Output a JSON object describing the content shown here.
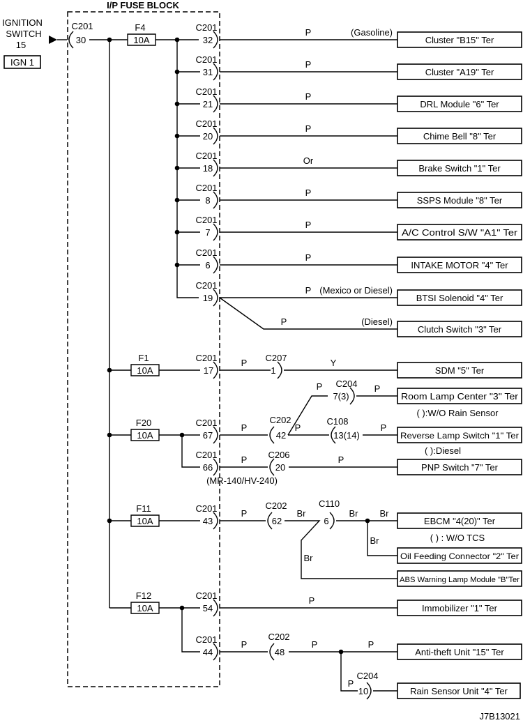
{
  "fuse_block": {
    "title": "I/P FUSE BLOCK"
  },
  "ignition_switch": {
    "line1": "IGNITION",
    "line2": "SWITCH",
    "terminal": "15",
    "circuit": "IGN 1",
    "connector": "C201",
    "pin": "30"
  },
  "fuses": [
    {
      "name": "F4",
      "rating": "10A"
    },
    {
      "name": "F1",
      "rating": "10A"
    },
    {
      "name": "F20",
      "rating": "10A"
    },
    {
      "name": "F11",
      "rating": "10A"
    },
    {
      "name": "F12",
      "rating": "10A"
    }
  ],
  "f4_outputs": [
    {
      "connector": "C201",
      "pin": "32",
      "wire": "P",
      "note": "(Gasoline)",
      "destination": "Cluster \"B15\" Ter"
    },
    {
      "connector": "C201",
      "pin": "31",
      "wire": "P",
      "destination": "Cluster \"A19\" Ter"
    },
    {
      "connector": "C201",
      "pin": "21",
      "wire": "P",
      "destination": "DRL Module \"6\" Ter"
    },
    {
      "connector": "C201",
      "pin": "20",
      "wire": "P",
      "destination": "Chime Bell \"8\" Ter"
    },
    {
      "connector": "C201",
      "pin": "18",
      "wire": "Or",
      "destination": "Brake Switch \"1\" Ter"
    },
    {
      "connector": "C201",
      "pin": "8",
      "wire": "P",
      "destination": "SSPS Module \"8\" Ter"
    },
    {
      "connector": "C201",
      "pin": "7",
      "wire": "P",
      "destination": "A/C Control S/W \"A1\" Ter"
    },
    {
      "connector": "C201",
      "pin": "6",
      "wire": "P",
      "destination": "INTAKE MOTOR \"4\" Ter"
    },
    {
      "connector": "C201",
      "pin": "19",
      "wire": "P",
      "note": "(Mexico or Diesel)",
      "destination": "BTSI Solenoid \"4\" Ter"
    }
  ],
  "clutch_branch": {
    "wire": "P",
    "note": "(Diesel)",
    "destination": "Clutch Switch \"3\" Ter"
  },
  "f1_circuit": {
    "connector": "C201",
    "pin": "17",
    "wire1": "P",
    "inline_connector": "C207",
    "inline_pin": "1",
    "wire2": "Y",
    "destination": "SDM \"5\" Ter"
  },
  "f20_circuit": {
    "connector": "C201",
    "pin": "67",
    "wire1": "P",
    "c202": "C202",
    "c202_pin": "42",
    "room_wire1": "P",
    "c204": "C204",
    "c204_pin": "7(3)",
    "room_wire2": "P",
    "room_destination": "Room Lamp Center \"3\" Ter",
    "room_note": "( ):W/O Rain Sensor",
    "rev_wire1": "P",
    "c108": "C108",
    "c108_pin": "13(14)",
    "rev_wire2": "P",
    "rev_destination": "Reverse Lamp Switch \"1\" Ter",
    "rev_note": "( ):Diesel",
    "pnp_connector": "C201",
    "pnp_pin": "66",
    "pnp_wire1": "P",
    "c206": "C206",
    "c206_pin": "20",
    "pnp_wire2": "P",
    "pnp_destination": "PNP Switch \"7\" Ter",
    "pnp_note": "(MR-140/HV-240)"
  },
  "f11_circuit": {
    "connector": "C201",
    "pin": "43",
    "wire1": "P",
    "c202": "C202",
    "c202_pin": "62",
    "wire2": "Br",
    "c110": "C110",
    "c110_pin": "6",
    "wire3": "Br",
    "wire4": "Br",
    "ebcm_destination": "EBCM \"4(20)\" Ter",
    "ebcm_note": "(   ) : W/O TCS",
    "oil_wire": "Br",
    "oil_destination": "Oil Feeding Connector \"2\" Ter",
    "abs_wire": "Br",
    "abs_destination": "ABS Warning Lamp Module \"B\"Ter"
  },
  "f12_circuit": {
    "connector": "C201",
    "pin": "54",
    "wire": "P",
    "immo_destination": "Immobilizer \"1\" Ter",
    "at_connector": "C201",
    "at_pin": "44",
    "at_wire1": "P",
    "c202": "C202",
    "c202_pin": "48",
    "at_wire2": "P",
    "at_wire3": "P",
    "at_destination": "Anti-theft Unit \"15\" Ter",
    "rs_wire": "P",
    "c204": "C204",
    "c204_pin": "10",
    "rs_destination": "Rain Sensor Unit \"4\" Ter"
  },
  "diagram_id": "J7B13021"
}
